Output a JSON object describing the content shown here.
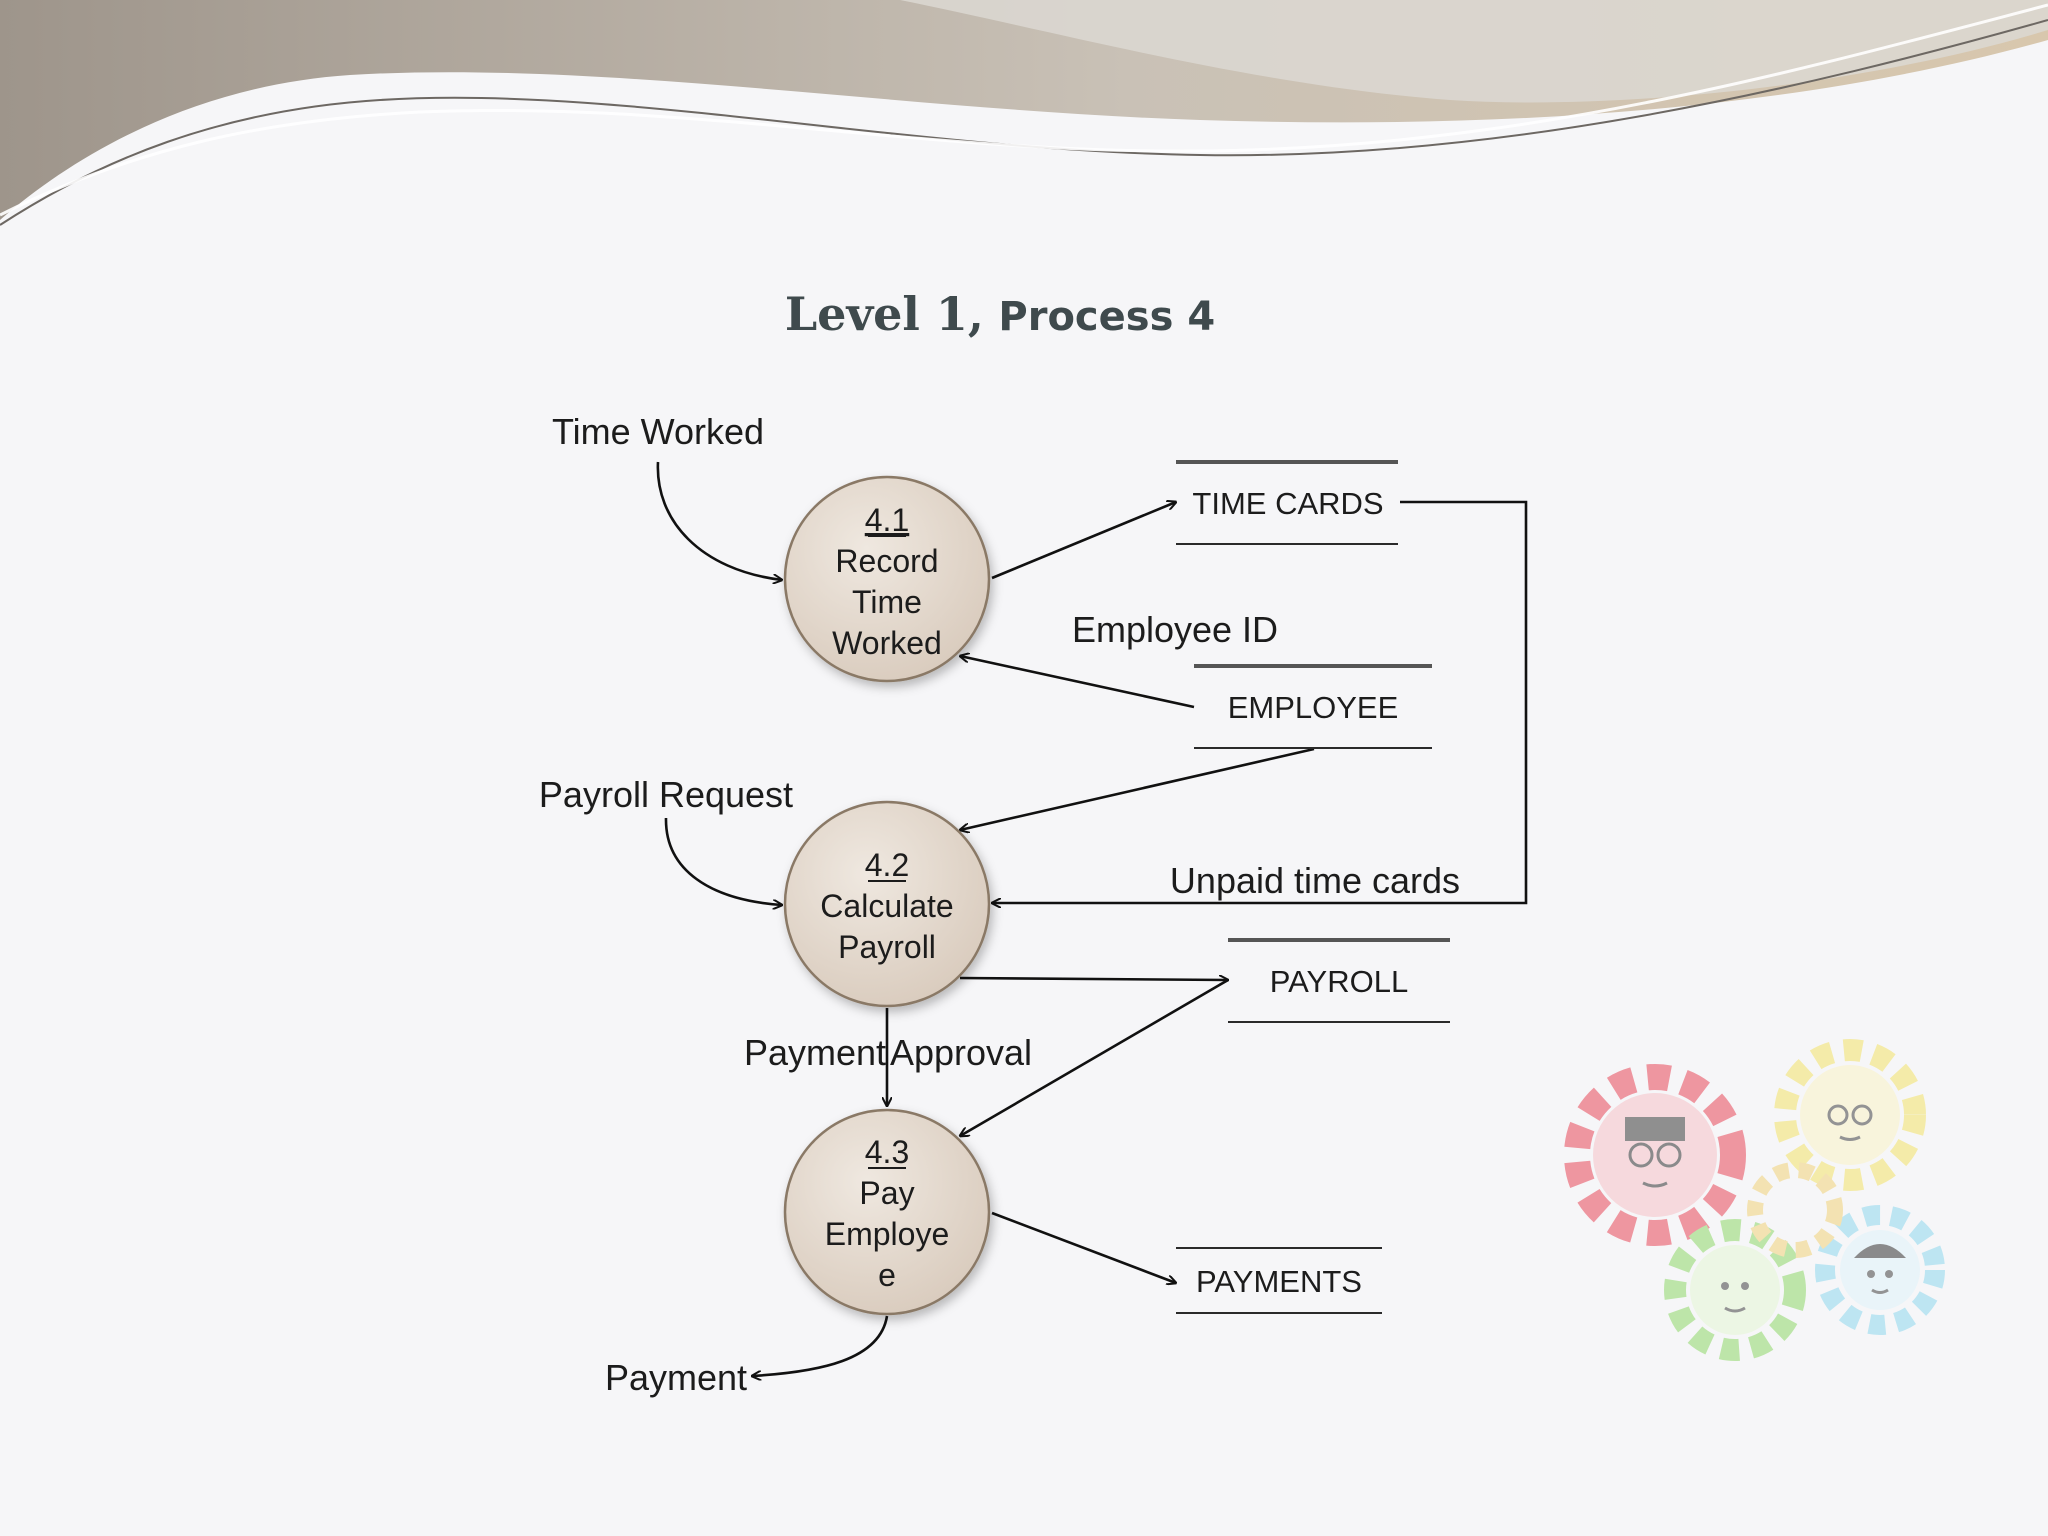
{
  "slide": {
    "title_part1": "Level 1,",
    "title_part2": "Process 4"
  },
  "processes": [
    {
      "id": "4.1",
      "lines": [
        "Record",
        "Time",
        "Worked"
      ]
    },
    {
      "id": "4.2",
      "lines": [
        "Calculate",
        "Payroll"
      ]
    },
    {
      "id": "4.3",
      "lines": [
        "Pay",
        "Employe",
        "e"
      ]
    }
  ],
  "data_stores": {
    "time_cards": "TIME CARDS",
    "employee": "EMPLOYEE",
    "payroll": "PAYROLL",
    "payments": "PAYMENTS"
  },
  "flows": {
    "time_worked": "Time Worked",
    "employee_id": "Employee ID",
    "payroll_request": "Payroll Request",
    "unpaid_time_cards": "Unpaid time cards",
    "payment_approval_1": "Payment",
    "payment_approval_2": "Approval",
    "payment": "Payment"
  },
  "colors": {
    "process_fill": "#e3d9cf",
    "process_stroke": "#8a7966",
    "banner_taupe": "#b0a79c",
    "banner_gold": "#c7b49a"
  },
  "decoration": {
    "icon": "gears-people-icon"
  }
}
